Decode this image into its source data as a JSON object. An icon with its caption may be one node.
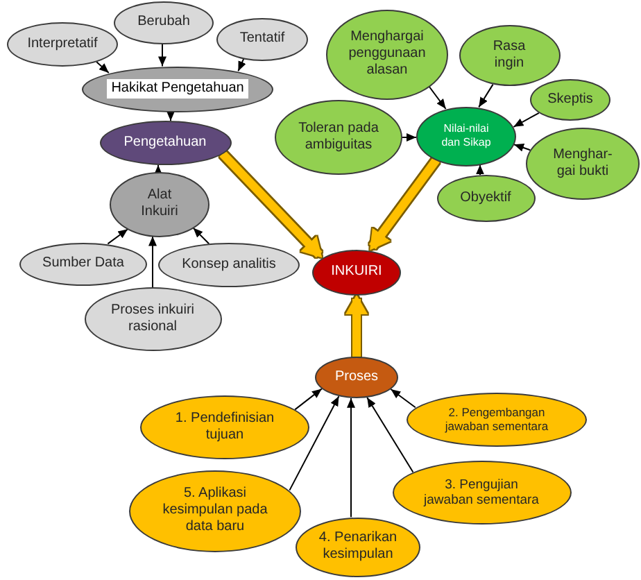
{
  "diagram": {
    "nodes": [
      {
        "text": [
          "Interpretatif"
        ]
      },
      {
        "text": [
          "Berubah"
        ]
      },
      {
        "text": [
          "Tentatif"
        ]
      },
      {
        "text": [
          "Hakikat Pengetahuan"
        ]
      },
      {
        "text": [
          "Pengetahuan"
        ]
      },
      {
        "text": [
          "Alat Inkuiri"
        ]
      },
      {
        "text": [
          "Sumber Data"
        ]
      },
      {
        "text": [
          "Konsep analitis"
        ]
      },
      {
        "text": [
          "Proses inkuiri rasional"
        ]
      },
      {
        "text": [
          "Menghargai penggunaan alasan"
        ]
      },
      {
        "text": [
          "Rasa ingin"
        ]
      },
      {
        "text": [
          "Skeptis"
        ]
      },
      {
        "text": [
          "Toleran pada ambiguitas"
        ]
      },
      {
        "text": [
          "Nilai-nilai dan Sikap"
        ]
      },
      {
        "text": [
          "Menghar- gai bukti"
        ]
      },
      {
        "text": [
          "Obyektif"
        ]
      },
      {
        "text": [
          "INKUIRI"
        ]
      },
      {
        "text": [
          "Proses"
        ]
      },
      {
        "text": [
          "1. Pendefinisian tujuan"
        ]
      },
      {
        "text": [
          "2. Pengembangan jawaban sementara"
        ]
      },
      {
        "text": [
          "3. Pengujian jawaban sementara"
        ]
      },
      {
        "text": [
          "5. Aplikasi kesimpulan pada data baru"
        ]
      },
      {
        "text": [
          "4. Penarikan kesimpulan"
        ]
      }
    ],
    "edges": [
      {
        "from": 0,
        "to": 3,
        "arrow": "to"
      },
      {
        "from": 1,
        "to": 3,
        "arrow": "to"
      },
      {
        "from": 2,
        "to": 3,
        "arrow": "to"
      },
      {
        "from": 3,
        "to": 4,
        "arrow": "to"
      },
      {
        "from": 5,
        "to": 4,
        "arrow": "to"
      },
      {
        "from": 6,
        "to": 5,
        "arrow": "to"
      },
      {
        "from": 7,
        "to": 5,
        "arrow": "to"
      },
      {
        "from": 8,
        "to": 5,
        "arrow": "to"
      },
      {
        "from": 9,
        "to": 13,
        "arrow": "to"
      },
      {
        "from": 10,
        "to": 13,
        "arrow": "to"
      },
      {
        "from": 11,
        "to": 13,
        "arrow": "to"
      },
      {
        "from": 12,
        "to": 13,
        "arrow": "to"
      },
      {
        "from": 14,
        "to": 13,
        "arrow": "to"
      },
      {
        "from": 15,
        "to": 13,
        "arrow": "to"
      },
      {
        "from": 4,
        "to": 16,
        "arrow": "to",
        "style": "thick",
        "color": "#ffc000"
      },
      {
        "from": 13,
        "to": 16,
        "arrow": "to",
        "style": "thick",
        "color": "#ffc000"
      },
      {
        "from": 17,
        "to": 16,
        "arrow": "to",
        "style": "thick",
        "color": "#ffc000"
      },
      {
        "from": 18,
        "to": 17,
        "arrow": "to"
      },
      {
        "from": 19,
        "to": 17,
        "arrow": "to"
      },
      {
        "from": 20,
        "to": 17,
        "arrow": "to"
      },
      {
        "from": 21,
        "to": 17,
        "arrow": "to"
      },
      {
        "from": 22,
        "to": 17,
        "arrow": "to"
      }
    ]
  }
}
